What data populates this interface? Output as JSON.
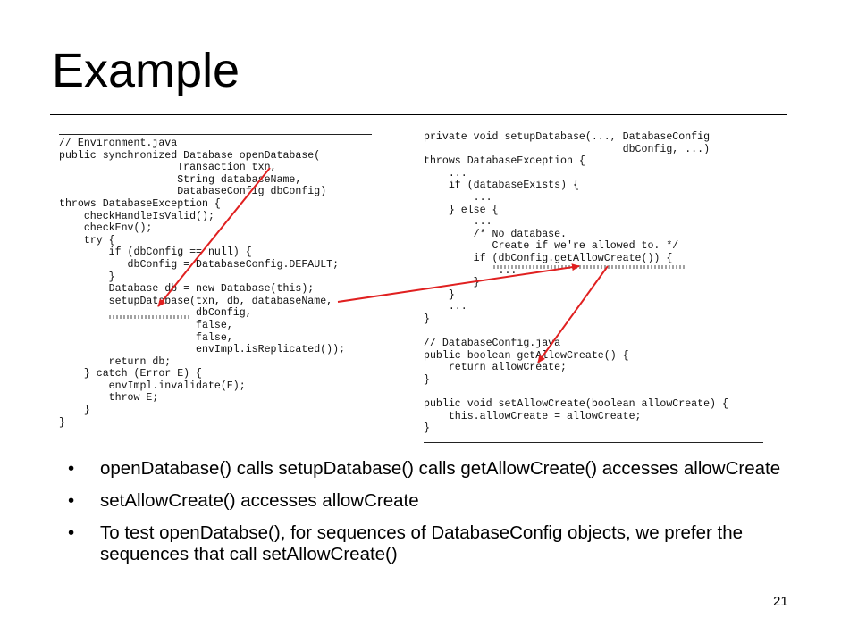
{
  "slide": {
    "title": "Example",
    "number": "21"
  },
  "code_left": {
    "lines": [
      "// Environment.java",
      "public synchronized Database openDatabase(",
      "                   Transaction txn,",
      "                   String databaseName,",
      "                   DatabaseConfig dbConfig)",
      "throws DatabaseException {",
      "    checkHandleIsValid();",
      "    checkEnv();",
      "    try {",
      "        if (dbConfig == null) {",
      "           dbConfig = DatabaseConfig.DEFAULT;",
      "        }",
      "        Database db = new Database(this);",
      "        setupDatabase(txn, db, databaseName,",
      "                      dbConfig,",
      "                      false,",
      "                      false,",
      "                      envImpl.isReplicated());",
      "        return db;",
      "    } catch (Error E) {",
      "        envImpl.invalidate(E);",
      "        throw E;",
      "    }",
      "}"
    ]
  },
  "code_right": {
    "lines": [
      "private void setupDatabase(..., DatabaseConfig",
      "                                dbConfig, ...)",
      "throws DatabaseException {",
      "    ...",
      "    if (databaseExists) {",
      "        ...",
      "    } else {",
      "        ...",
      "        /* No database.",
      "           Create if we're allowed to. */",
      "        if (dbConfig.getAllowCreate()) {",
      "            ...",
      "        }",
      "    }",
      "    ...",
      "}",
      "",
      "// DatabaseConfig.java",
      "public boolean getAllowCreate() {",
      "    return allowCreate;",
      "}",
      "",
      "public void setAllowCreate(boolean allowCreate) {",
      "    this.allowCreate = allowCreate;",
      "}"
    ]
  },
  "bullets": [
    "openDatabase()  calls setupDatabase() calls getAllowCreate() accesses allowCreate",
    "setAllowCreate() accesses allowCreate",
    "To test openDatabse(), for sequences of DatabaseConfig objects, we prefer the sequences that call setAllowCreate()"
  ],
  "colors": {
    "arrow": "#e02020",
    "text": "#000000",
    "background": "#ffffff"
  }
}
